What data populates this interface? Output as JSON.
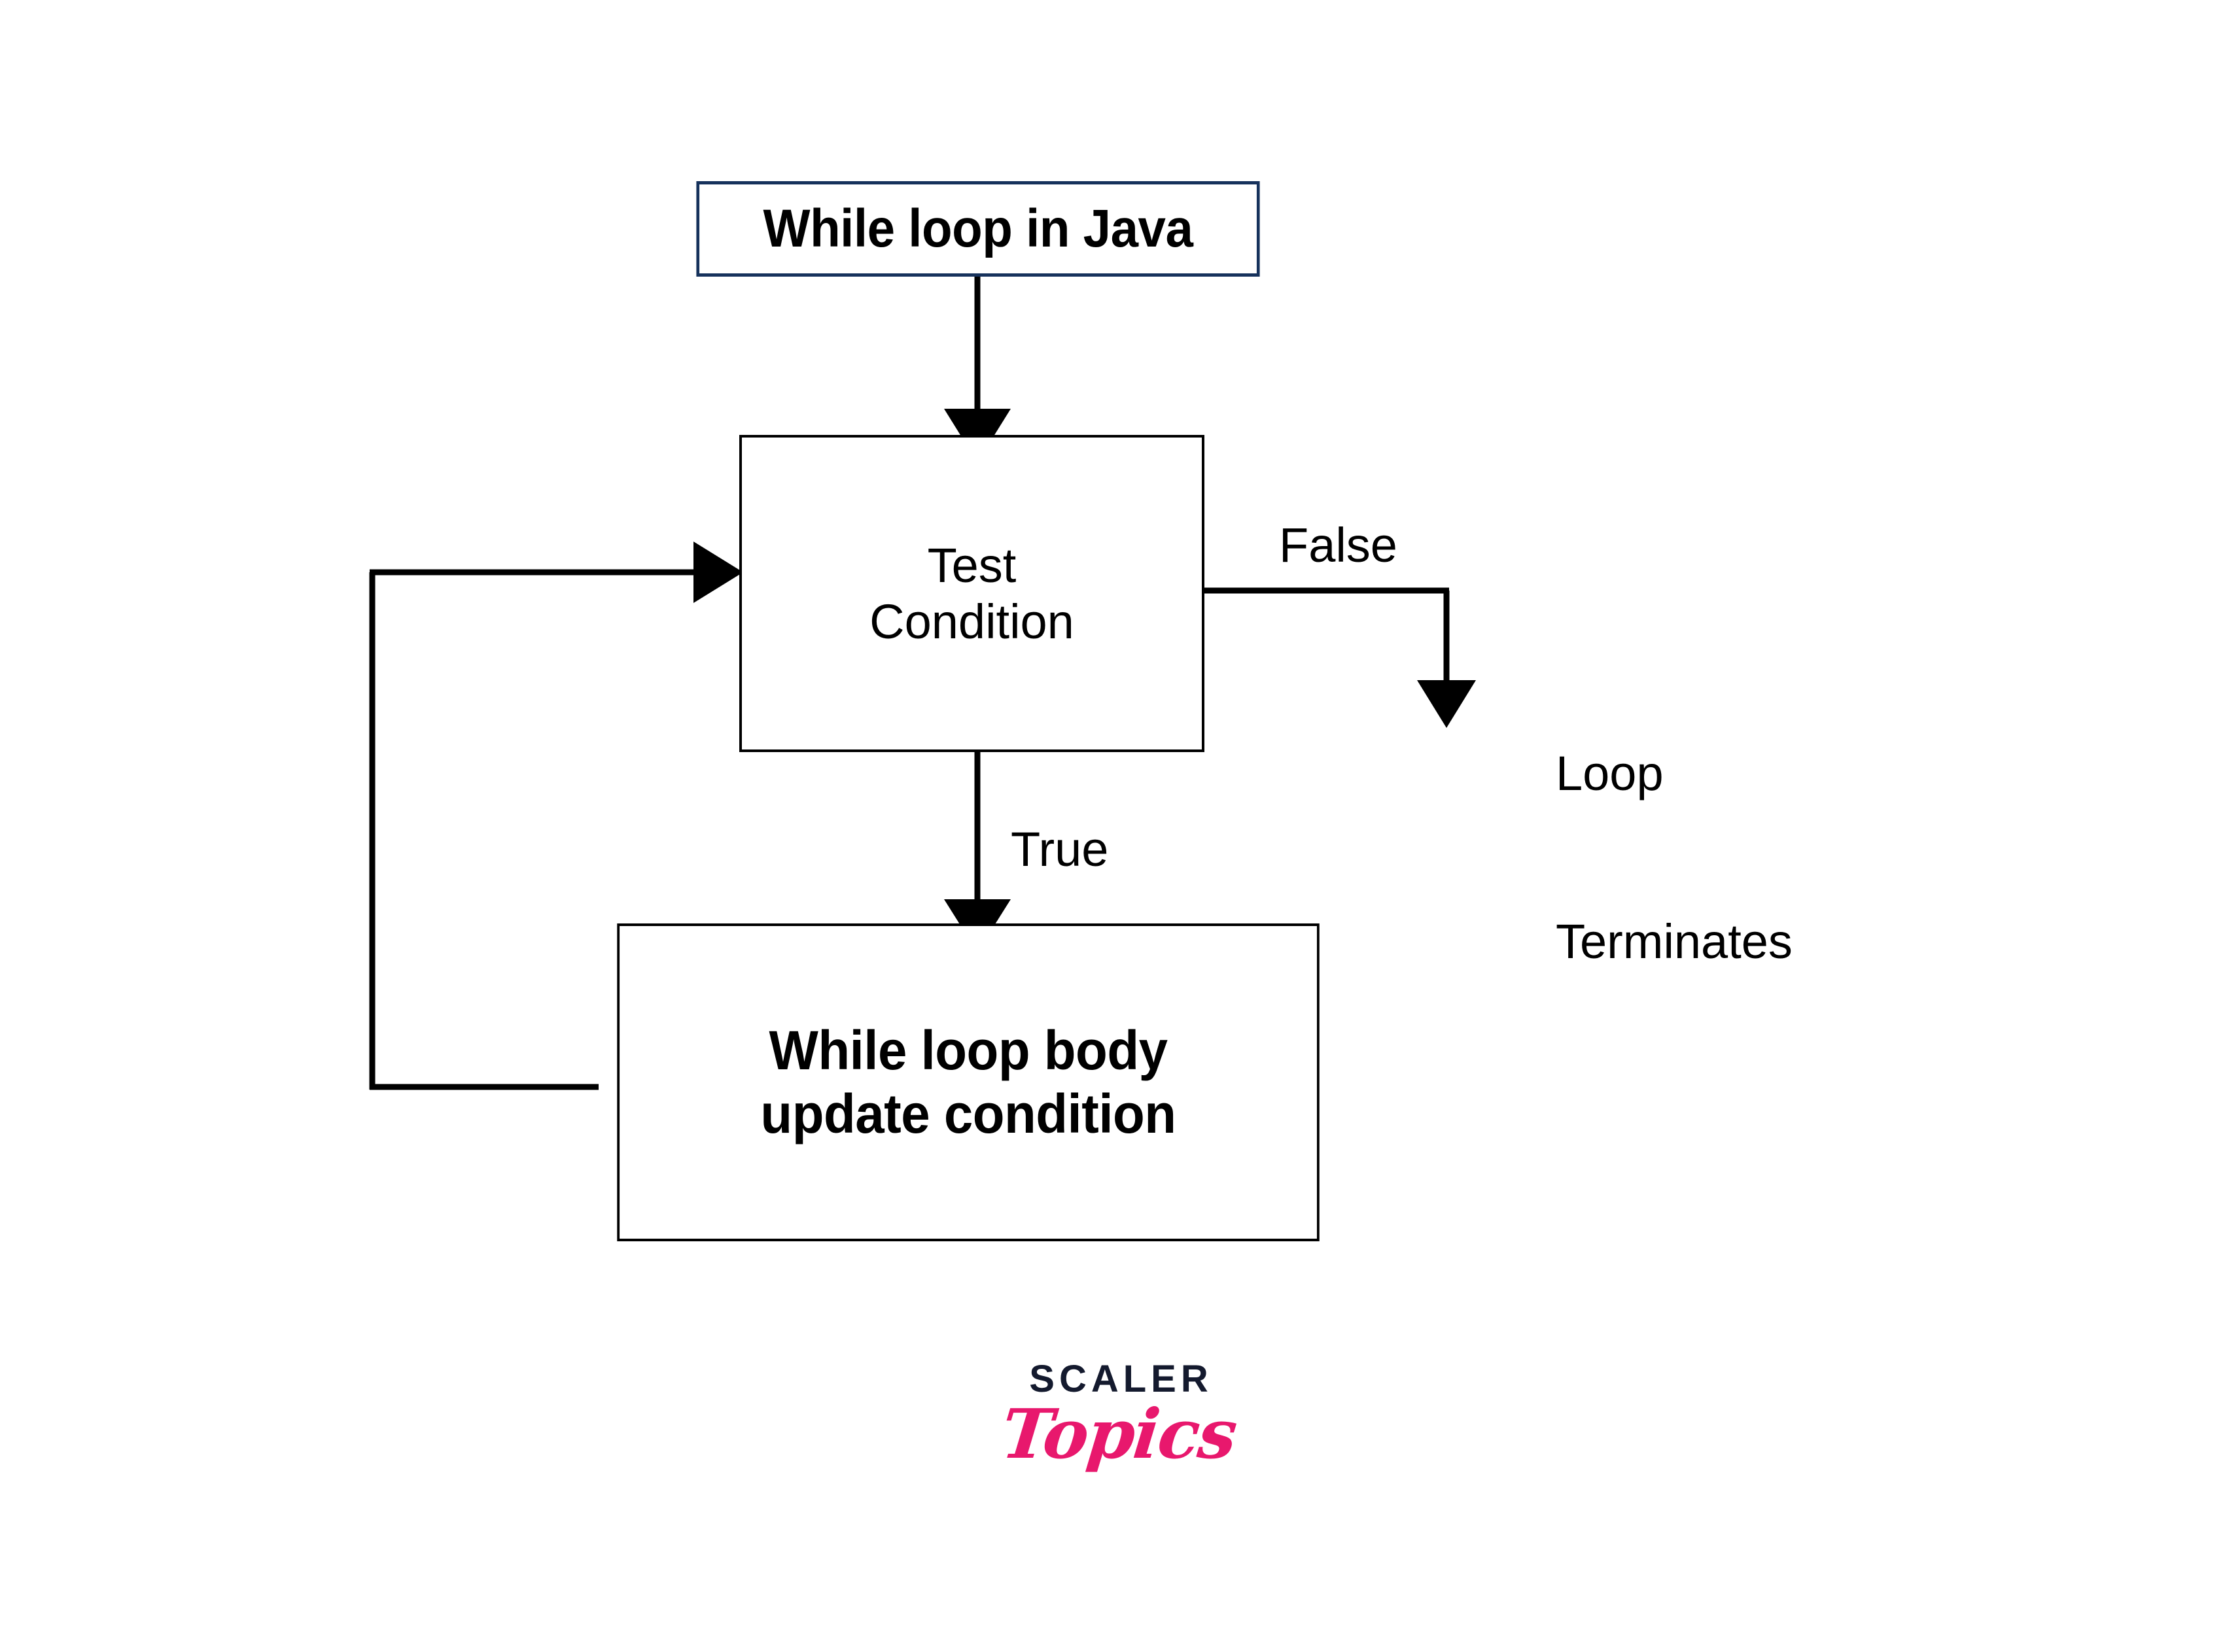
{
  "diagram": {
    "title": "While loop in Java",
    "type": "flowchart",
    "background_color": "#ffffff",
    "nodes": [
      {
        "id": "start",
        "name": "title-node",
        "label": "While loop in Java",
        "shape": "rectangle",
        "border_color": "#16325c",
        "text_color": "#000000"
      },
      {
        "id": "test",
        "name": "test-condition-node",
        "label_line1": "Test",
        "label_line2": "Condition",
        "shape": "rectangle",
        "border_color": "#000000",
        "text_color": "#000000"
      },
      {
        "id": "body",
        "name": "loop-body-node",
        "label_line1": "While loop body",
        "label_line2": "update condition",
        "shape": "rectangle",
        "border_color": "#000000",
        "text_color": "#000000"
      }
    ],
    "edges": [
      {
        "from": "start",
        "to": "test",
        "label": ""
      },
      {
        "from": "test",
        "to": "terminate",
        "label": "False"
      },
      {
        "from": "test",
        "to": "body",
        "label": "True"
      },
      {
        "from": "body",
        "to": "test",
        "label": ""
      }
    ],
    "labels": {
      "false": "False",
      "true": "True",
      "terminates_line1": "Loop",
      "terminates_line2": "Terminates"
    }
  },
  "logo": {
    "brand": "SCALER",
    "product": "Topics",
    "brand_color": "#141a2e",
    "product_color": "#e8186d"
  }
}
